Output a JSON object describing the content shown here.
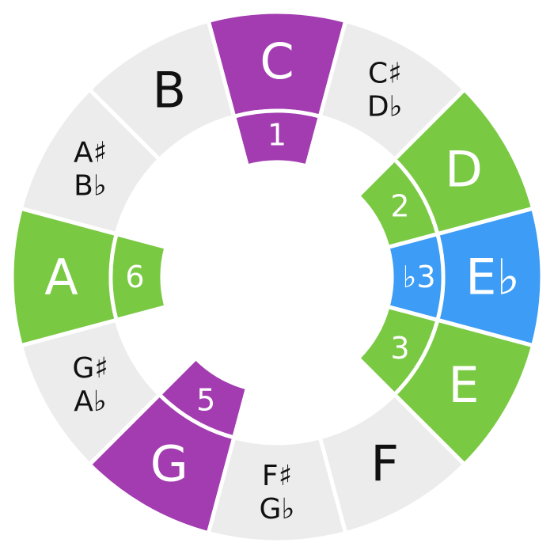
{
  "colors": {
    "inactive": "#ececec",
    "purple": "#a23cb0",
    "green": "#7ac943",
    "blue": "#3d9cf5",
    "text_dark": "#111111",
    "text_light": "#ffffff",
    "gap": "#ffffff"
  },
  "notes": [
    {
      "id": "C",
      "lines": [
        "C"
      ],
      "color": "purple",
      "degree": "1"
    },
    {
      "id": "Cs",
      "lines": [
        "C♯",
        "D♭"
      ],
      "color": "inactive",
      "degree": null
    },
    {
      "id": "D",
      "lines": [
        "D"
      ],
      "color": "green",
      "degree": "2"
    },
    {
      "id": "Eb",
      "lines": [
        "E♭"
      ],
      "color": "blue",
      "degree": "♭3"
    },
    {
      "id": "E",
      "lines": [
        "E"
      ],
      "color": "green",
      "degree": "3"
    },
    {
      "id": "F",
      "lines": [
        "F"
      ],
      "color": "inactive",
      "degree": null
    },
    {
      "id": "Fs",
      "lines": [
        "F♯",
        "G♭"
      ],
      "color": "inactive",
      "degree": null
    },
    {
      "id": "G",
      "lines": [
        "G"
      ],
      "color": "purple",
      "degree": "5"
    },
    {
      "id": "Gs",
      "lines": [
        "G♯",
        "A♭"
      ],
      "color": "inactive",
      "degree": null
    },
    {
      "id": "A",
      "lines": [
        "A"
      ],
      "color": "green",
      "degree": "6"
    },
    {
      "id": "As",
      "lines": [
        "A♯",
        "B♭"
      ],
      "color": "inactive",
      "degree": null
    },
    {
      "id": "B",
      "lines": [
        "B"
      ],
      "color": "inactive",
      "degree": null
    }
  ]
}
